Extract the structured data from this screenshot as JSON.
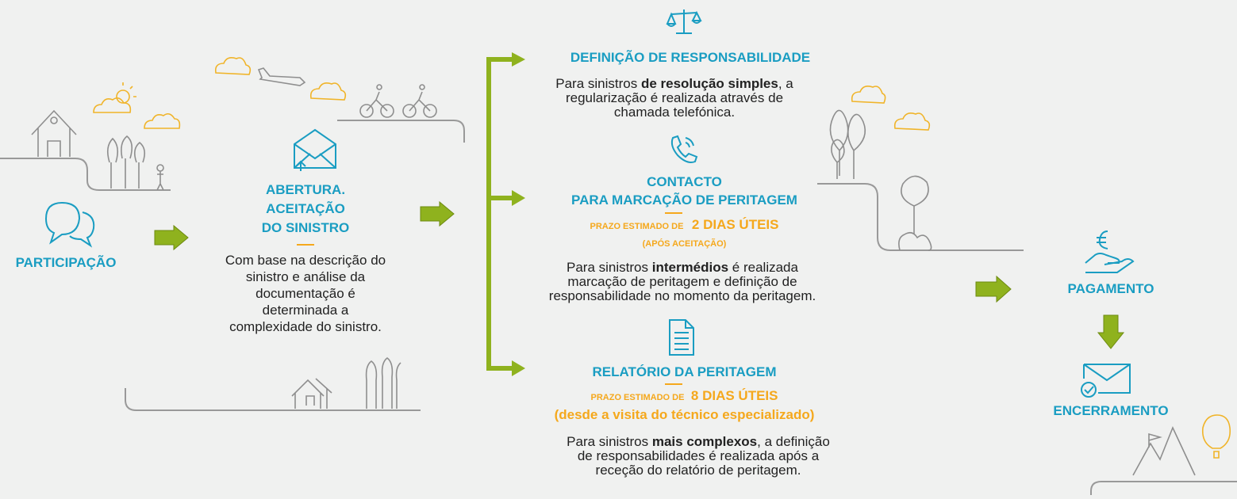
{
  "steps": {
    "participacao": {
      "title": "PARTICIPAÇÃO"
    },
    "abertura": {
      "title_l1": "ABERTURA.",
      "title_l2": "ACEITAÇÃO",
      "title_l3": "DO SINISTRO",
      "desc": [
        "Com base na descrição do",
        "sinistro e análise da",
        "documentação é",
        "determinada a",
        "complexidade do sinistro."
      ]
    },
    "definicao": {
      "title": "DEFINIÇÃO DE RESPONSABILIDADE",
      "desc_pre": "Para sinistros ",
      "desc_bold": "de resolução simples",
      "desc_post": ", a",
      "desc_l2": "regularização é realizada através de",
      "desc_l3": "chamada telefónica."
    },
    "contacto": {
      "title_l1": "CONTACTO",
      "title_l2": "PARA MARCAÇÃO DE PERITAGEM",
      "prazo_small": "PRAZO ESTIMADO DE",
      "prazo_big": "2 DIAS ÚTEIS",
      "prazo_note": "(APÓS ACEITAÇÃO)",
      "desc_pre": "Para sinistros ",
      "desc_bold": "intermédios",
      "desc_post": " é realizada",
      "desc_l2": "marcação de peritagem e definição de",
      "desc_l3": "responsabilidade no momento da peritagem."
    },
    "relatorio": {
      "title": "RELATÓRIO DA PERITAGEM",
      "prazo_small": "PRAZO ESTIMADO DE",
      "prazo_big": "8 DIAS ÚTEIS",
      "prazo_note": "(desde a visita do técnico especializado)",
      "desc_pre": "Para sinistros ",
      "desc_bold": "mais complexos",
      "desc_post": ", a definição",
      "desc_l2": "de responsabilidades é realizada após a",
      "desc_l3": "receção do relatório de peritagem."
    },
    "pagamento": {
      "title": "PAGAMENTO"
    },
    "encerramento": {
      "title": "ENCERRAMENTO"
    }
  },
  "icons": {
    "participacao": "chat-bubbles-icon",
    "abertura": "open-envelope-icon",
    "definicao": "scales-icon",
    "contacto": "phone-icon",
    "relatorio": "document-icon",
    "pagamento": "hand-euro-icon",
    "encerramento": "envelope-check-icon"
  },
  "colors": {
    "title_blue": "#1a9dc2",
    "arrow_green": "#8fb21e",
    "prazo_orange": "#f5a81c",
    "background": "#f0f1f0"
  }
}
